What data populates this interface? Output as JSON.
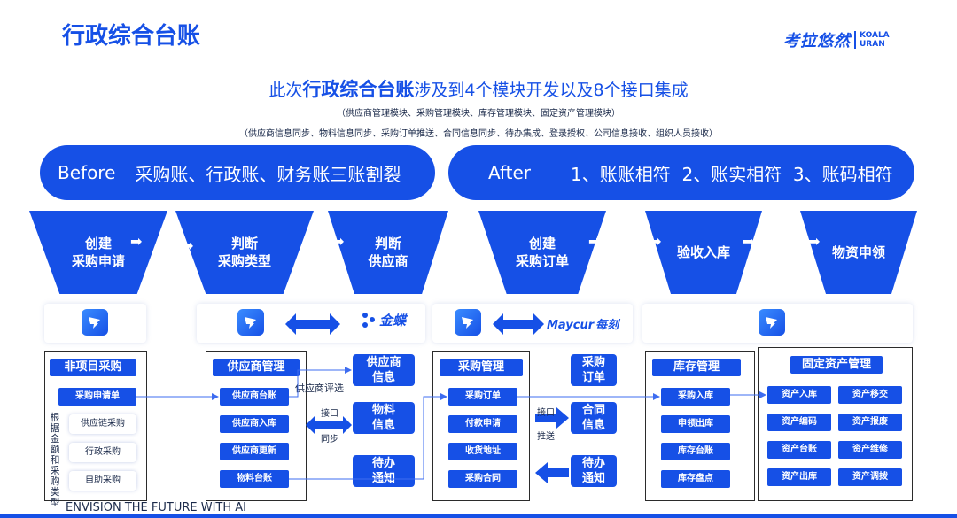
{
  "header": {
    "title": "行政综合台账",
    "logo_cn": "考拉悠然",
    "logo_en_1": "KOALA",
    "logo_en_2": "URAN"
  },
  "headline": {
    "prefix": "此次",
    "highlight": "行政综合台账",
    "suffix": "涉及到4个模块开发以及8个接口集成"
  },
  "sub1": "（供应商管理模块、采购管理模块、库存管理模块、固定资产管理模块）",
  "sub2": "（供应商信息同步、物料信息同步、采购订单推送、合同信息同步、待办集成、登录授权、公司信息接收、组织人员接收）",
  "before": {
    "label": "Before",
    "text": "采购账、行政账、财务账三账割裂"
  },
  "after": {
    "label": "After",
    "text": "1、账账相符  2、账实相符  3、账码相符"
  },
  "funnels": [
    {
      "l1": "创建",
      "l2": "采购申请"
    },
    {
      "l1": "判断",
      "l2": "采购类型"
    },
    {
      "l1": "判断",
      "l2": "供应商"
    },
    {
      "l1": "创建",
      "l2": "采购订单"
    },
    {
      "l1": "验收入库",
      "l2": ""
    },
    {
      "l1": "物资申领",
      "l2": ""
    }
  ],
  "band": {
    "kingdee": "金蝶",
    "maycur_en": "Maycur",
    "maycur_cn": "每刻"
  },
  "p1": {
    "title": "非项目采购",
    "item": "采购申请单",
    "vert": "根据金额和采购类型",
    "types": [
      "供应链采购",
      "行政采购",
      "自助采购"
    ]
  },
  "p2": {
    "title": "供应商管理",
    "items": [
      "供应商台账",
      "供应商入库",
      "供应商更新",
      "物料台账"
    ]
  },
  "mid1": {
    "eval": "供应商评选",
    "supplier_info": "供应商\n信息",
    "material_info": "物料\n信息",
    "todo": "待办\n通知",
    "iface": "接口",
    "sync": "同步"
  },
  "p3": {
    "title": "采购管理",
    "items": [
      "采购订单",
      "付款申请",
      "收货地址",
      "采购合同"
    ]
  },
  "mid2": {
    "po": "采购\n订单",
    "contract": "合同\n信息",
    "todo": "待办\n通知",
    "iface": "接口",
    "push": "推送"
  },
  "p4": {
    "title": "库存管理",
    "items": [
      "采购入库",
      "申领出库",
      "库存台账",
      "库存盘点"
    ]
  },
  "p5": {
    "title": "固定资产管理",
    "items": [
      "资产入库",
      "资产移交",
      "资产编码",
      "资产报废",
      "资产台账",
      "资产维修",
      "资产出库",
      "资产调拨"
    ]
  },
  "footer": "ENVISION THE FUTURE WITH AI"
}
